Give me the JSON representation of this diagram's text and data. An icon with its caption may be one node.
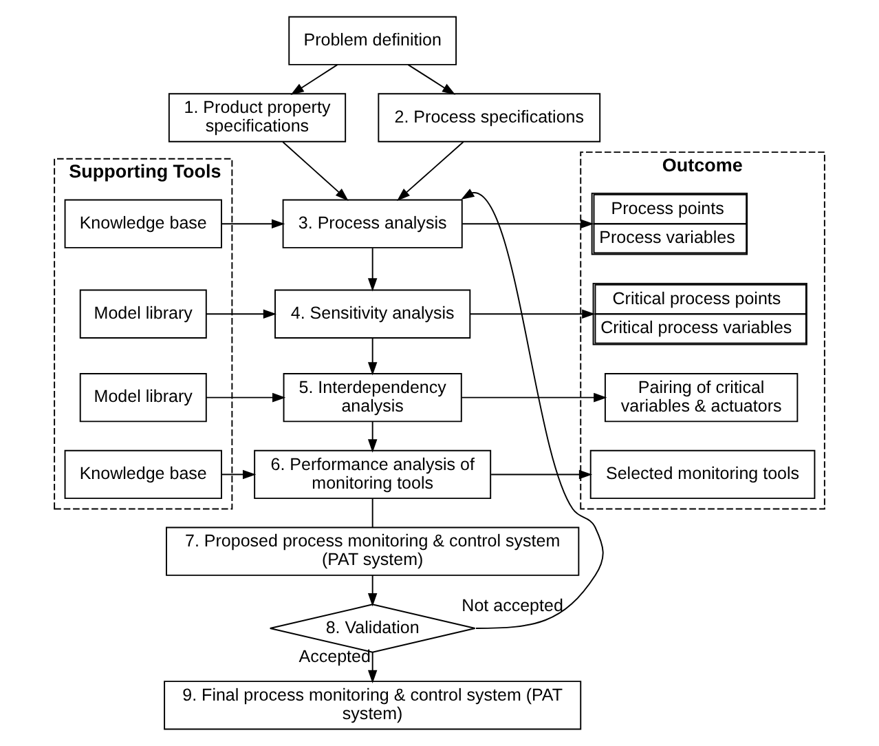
{
  "diagram": {
    "nodes": [
      {
        "text": [
          "Problem definition"
        ]
      },
      {
        "text": [
          "1. Product property specifications"
        ]
      },
      {
        "text": [
          "2. Process specifications"
        ]
      },
      {
        "text": [
          "Supporting Tools"
        ]
      },
      {
        "text": [
          "Knowledge base"
        ],
        "in": 3
      },
      {
        "text": [
          "Model library"
        ],
        "in": 3
      },
      {
        "text": [
          "Model library"
        ],
        "in": 3
      },
      {
        "text": [
          "Knowledge base"
        ],
        "in": 3
      },
      {
        "text": [
          "3. Process analysis"
        ]
      },
      {
        "text": [
          "4. Sensitivity analysis"
        ]
      },
      {
        "text": [
          "5. Interdependency analysis"
        ]
      },
      {
        "text": [
          "6. Performance analysis of monitoring tools"
        ]
      },
      {
        "text": [
          "Outcome"
        ]
      },
      {
        "text": [
          "Process points",
          "Process variables"
        ],
        "in": 12
      },
      {
        "text": [
          "Critical process points",
          "Critical process variables"
        ],
        "in": 12
      },
      {
        "text": [
          "Pairing of critical variables & actuators"
        ],
        "in": 12
      },
      {
        "text": [
          "Selected monitoring tools"
        ],
        "in": 12
      },
      {
        "text": [
          "7. Proposed process monitoring & control system (PAT system)"
        ]
      },
      {
        "text": [
          "8. Validation"
        ]
      },
      {
        "text": [
          "9. Final process monitoring & control system (PAT system)"
        ]
      }
    ],
    "edges": [
      {
        "from": 0,
        "to": 1,
        "arrow": "to"
      },
      {
        "from": 0,
        "to": 2,
        "arrow": "to"
      },
      {
        "from": 1,
        "to": 8,
        "arrow": "to"
      },
      {
        "from": 2,
        "to": 8,
        "arrow": "to"
      },
      {
        "from": 4,
        "to": 8,
        "arrow": "to"
      },
      {
        "from": 5,
        "to": 9,
        "arrow": "to"
      },
      {
        "from": 6,
        "to": 10,
        "arrow": "to"
      },
      {
        "from": 7,
        "to": 11,
        "arrow": "to"
      },
      {
        "from": 8,
        "to": 9,
        "arrow": "to"
      },
      {
        "from": 9,
        "to": 10,
        "arrow": "to"
      },
      {
        "from": 10,
        "to": 11,
        "arrow": "to"
      },
      {
        "from": 8,
        "to": 13,
        "arrow": "to"
      },
      {
        "from": 9,
        "to": 14,
        "arrow": "to"
      },
      {
        "from": 10,
        "to": 15,
        "arrow": "to"
      },
      {
        "from": 11,
        "to": 16,
        "arrow": "to"
      },
      {
        "from": 11,
        "to": 17,
        "arrow": "none"
      },
      {
        "from": 17,
        "to": 18,
        "arrow": "to"
      },
      {
        "from": 18,
        "to": 19,
        "arrow": "to",
        "label": "Accepted"
      },
      {
        "from": 18,
        "to": 8,
        "arrow": "to",
        "label": "Not accepted"
      }
    ]
  }
}
